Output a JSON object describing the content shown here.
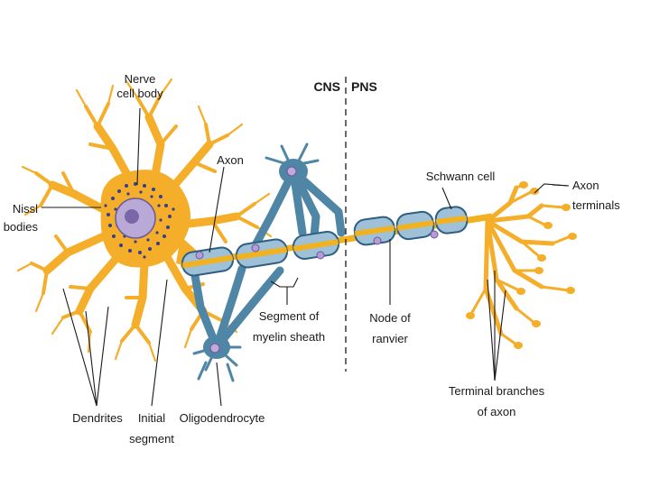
{
  "labels": {
    "nerve_cell_body": [
      "Nerve",
      "cell body"
    ],
    "nissl_bodies": [
      "Nissl",
      "bodies"
    ],
    "axon": "Axon",
    "cns": "CNS",
    "pns": "PNS",
    "schwann_cell": "Schwann cell",
    "axon_terminals": [
      "Axon",
      "terminals"
    ],
    "segment_of_myelin_sheath": [
      "Segment of",
      "myelin sheath"
    ],
    "node_of_ranvier": [
      "Node of",
      "ranvier"
    ],
    "terminal_branches": [
      "Terminal branches",
      "of axon"
    ],
    "dendrites": "Dendrites",
    "initial_segment": [
      "Initial",
      "segment"
    ],
    "oligodendrocyte": "Oligodendrocyte"
  },
  "colors": {
    "neuron": "#f4ae2a",
    "myelin": "#9fc1d8",
    "myelin_outline": "#2f5f80",
    "axon_core": "#f2b21f",
    "nucleus": "#8d7bb3",
    "nissl": "#3a3c8c",
    "oligodendrocyte": "#4f86a6"
  }
}
